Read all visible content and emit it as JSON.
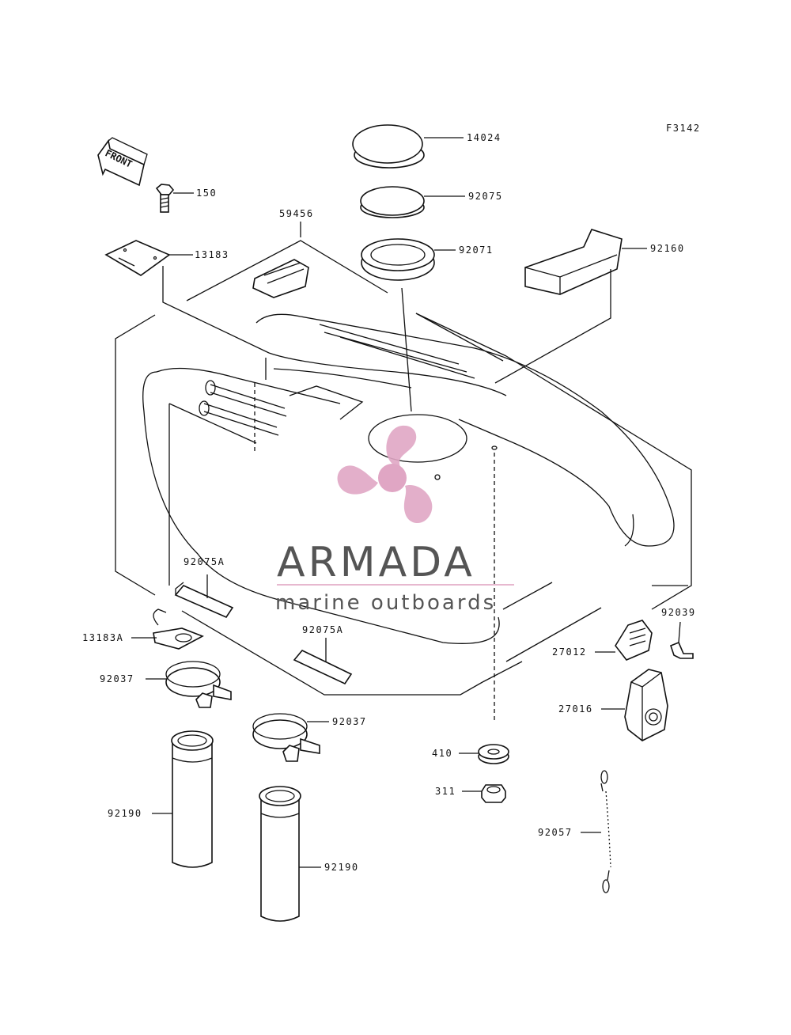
{
  "figure_code": "F3142",
  "front_label": "FRONT",
  "watermark": {
    "brand": "ARMADA",
    "tagline": "marine outboards",
    "text_color": "#555555",
    "logo_color": "#e0a6c4",
    "rule_color": "#e7b8cf"
  },
  "labels": {
    "p14024": "14024",
    "p92075": "92075",
    "p92071": "92071",
    "p92160": "92160",
    "p150": "150",
    "p59456": "59456",
    "p13183": "13183",
    "p92075A_a": "92075A",
    "p92075A_b": "92075A",
    "p13183A": "13183A",
    "p92037_a": "92037",
    "p92037_b": "92037",
    "p92190_a": "92190",
    "p92190_b": "92190",
    "p92039": "92039",
    "p27012": "27012",
    "p27016": "27016",
    "p410": "410",
    "p311": "311",
    "p92057": "92057"
  }
}
